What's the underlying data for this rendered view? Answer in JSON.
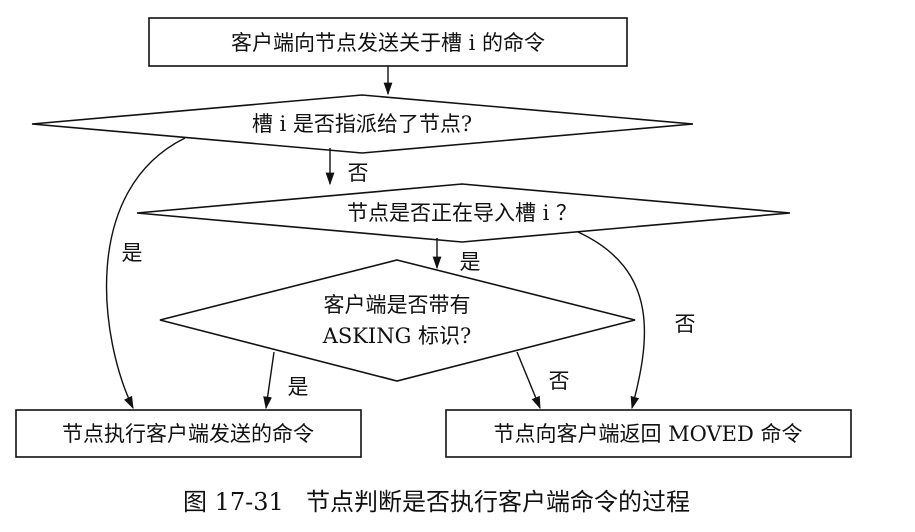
{
  "diagram": {
    "start_box": "客户端向节点发送关于槽 i 的命令",
    "decision_assigned": "槽 i 是否指派给了节点?",
    "decision_importing": "节点是否正在导入槽 i ？",
    "decision_asking_line1": "客户端是否带有",
    "decision_asking_line2": "ASKING 标识?",
    "result_execute": "节点执行客户端发送的命令",
    "result_moved": "节点向客户端返回 MOVED 命令",
    "label_assigned_no": "否",
    "label_assigned_yes": "是",
    "label_importing_yes": "是",
    "label_importing_no": "否",
    "label_asking_yes": "是",
    "label_asking_no": "否"
  },
  "caption": {
    "figure_number": "图 17-31",
    "text": "节点判断是否执行客户端命令的过程"
  }
}
